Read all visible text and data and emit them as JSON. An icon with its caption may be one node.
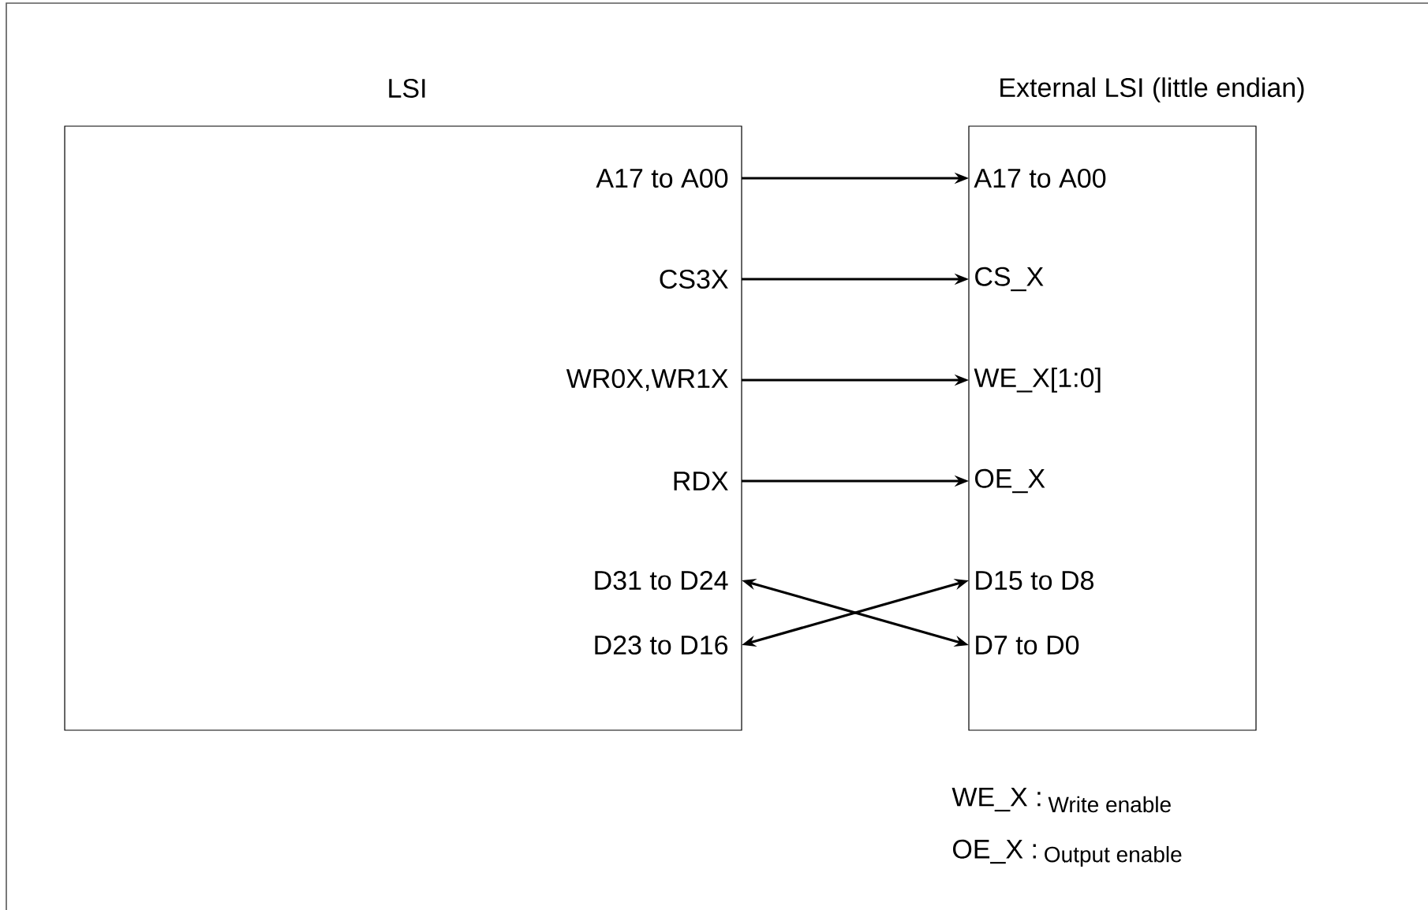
{
  "diagram": {
    "nodes": [
      {
        "text": [
          "LSI"
        ]
      },
      {
        "text": [
          "External LSI (little endian)"
        ]
      },
      {
        "text": [
          "A17 to A00"
        ],
        "in": 0
      },
      {
        "text": [
          "CS3X"
        ],
        "in": 0
      },
      {
        "text": [
          "WR0X,WR1X"
        ],
        "in": 0
      },
      {
        "text": [
          "RDX"
        ],
        "in": 0
      },
      {
        "text": [
          "D31 to D24"
        ],
        "in": 0
      },
      {
        "text": [
          "D23 to D16"
        ],
        "in": 0
      },
      {
        "text": [
          "A17 to A00"
        ],
        "in": 1
      },
      {
        "text": [
          "CS_X"
        ],
        "in": 1
      },
      {
        "text": [
          "WE_X[1:0]"
        ],
        "in": 1
      },
      {
        "text": [
          "OE_X"
        ],
        "in": 1
      },
      {
        "text": [
          "D15 to D8"
        ],
        "in": 1
      },
      {
        "text": [
          "D7 to D0"
        ],
        "in": 1
      }
    ],
    "edges": [
      {
        "from": 2,
        "to": 8,
        "arrow": "to"
      },
      {
        "from": 3,
        "to": 9,
        "arrow": "to"
      },
      {
        "from": 4,
        "to": 10,
        "arrow": "to"
      },
      {
        "from": 5,
        "to": 11,
        "arrow": "to"
      },
      {
        "from": 6,
        "to": 13,
        "arrow": "both"
      },
      {
        "from": 7,
        "to": 12,
        "arrow": "both"
      }
    ],
    "labels": [
      "WE_X :",
      "Write enable",
      "OE_X :",
      "Output enable"
    ]
  }
}
